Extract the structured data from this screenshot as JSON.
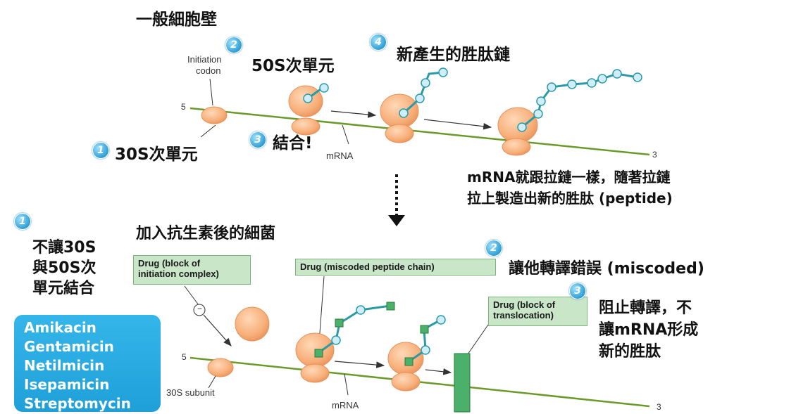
{
  "top": {
    "title": "一般細胞壁",
    "initiation_codon": [
      "Initiation",
      "codon"
    ],
    "five_prime": "5",
    "three_prime": "3",
    "step1_badge": "1",
    "step1_label": "30S次單元",
    "step2_badge": "2",
    "step2_label": "50S次單元",
    "step3_badge": "3",
    "step3_label": "結合!",
    "step4_badge": "4",
    "step4_label": "新產生的胜肽鏈",
    "mrna": "mRNA",
    "zipper_note": [
      "mRNA就跟拉鏈一樣，隨著拉鏈",
      "拉上製造出新的胜肽 (peptide)"
    ]
  },
  "bottom": {
    "title": "加入抗生素後的細菌",
    "block1_badge": "1",
    "block1_note": [
      "不讓30S",
      "與50S次",
      "單元結合"
    ],
    "drug_initiation": [
      "Drug (block of",
      "initiation complex)"
    ],
    "minus_sign": "−",
    "drug_miscoded": "Drug (miscoded peptide chain)",
    "block2_badge": "2",
    "block2_note": "讓他轉譯錯誤 (miscoded)",
    "drug_translocation": [
      "Drug (block of",
      "translocation)"
    ],
    "block3_badge": "3",
    "block3_note": [
      "阻止轉譯，不",
      "讓mRNA形成",
      "新的胜肽"
    ],
    "five_prime": "5",
    "three_prime": "3",
    "subunit_30s": "30S subunit",
    "mrna": "mRNA",
    "drugs": [
      "Amikacin",
      "Gentamicin",
      "Netilmicin",
      "Isepamicin",
      "Streptomycin"
    ]
  },
  "colors": {
    "ribosome": "#f9b47f",
    "mrna_line": "#6a9a2a",
    "peptide_bond": "#2a9aa8",
    "amino_acid": "#cfeefa",
    "drug_box": "#c9e6c9",
    "drug_marker": "#4bb06a",
    "badge": "#2e9fd6",
    "drug_list_bg": "#23a7df"
  }
}
